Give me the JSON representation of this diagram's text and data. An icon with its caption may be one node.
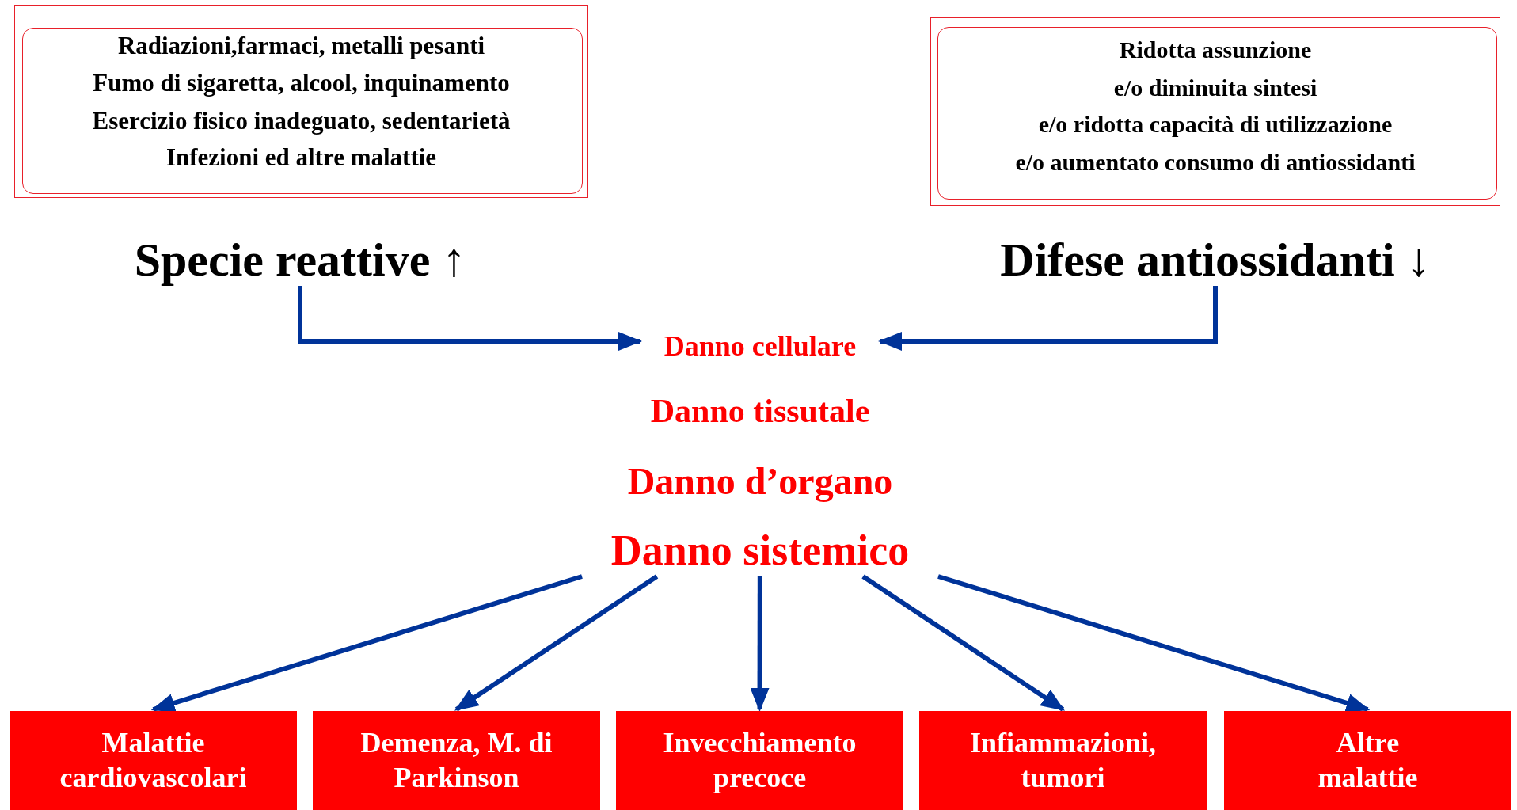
{
  "diagram": {
    "nodes": [
      {
        "text": [
          "Radiazioni,farmaci, metalli pesanti",
          "Fumo di sigaretta, alcool, inquinamento",
          "Esercizio fisico inadeguato, sedentarietà",
          "Infezioni ed altre malattie"
        ]
      },
      {
        "text": [
          "Ridotta assunzione",
          "e/o diminuita sintesi",
          "e/o ridotta capacità di utilizzazione",
          "e/o aumentato consumo di antiossidanti"
        ]
      },
      {
        "text": [
          "Specie reattive ↑"
        ]
      },
      {
        "text": [
          "Difese antiossidanti ↓"
        ]
      },
      {
        "text": [
          "Danno cellulare"
        ]
      },
      {
        "text": [
          "Danno sistemico"
        ]
      },
      {
        "text": [
          "Malattie cardiovascolari"
        ]
      },
      {
        "text": [
          "Demenza, M. di Parkinson"
        ]
      },
      {
        "text": [
          "Invecchiamento precoce"
        ]
      },
      {
        "text": [
          "Infiammazioni, tumori"
        ]
      },
      {
        "text": [
          "Altre malattie"
        ]
      }
    ],
    "edges": [
      {
        "from": 2,
        "to": 4,
        "arrow": "to"
      },
      {
        "from": 3,
        "to": 4,
        "arrow": "to"
      },
      {
        "from": 5,
        "to": 6,
        "arrow": "to"
      },
      {
        "from": 5,
        "to": 7,
        "arrow": "to"
      },
      {
        "from": 5,
        "to": 8,
        "arrow": "to"
      },
      {
        "from": 5,
        "to": 9,
        "arrow": "to"
      },
      {
        "from": 5,
        "to": 10,
        "arrow": "to"
      }
    ],
    "labels": [
      "Danno tissutale",
      "Danno d’organo"
    ]
  }
}
